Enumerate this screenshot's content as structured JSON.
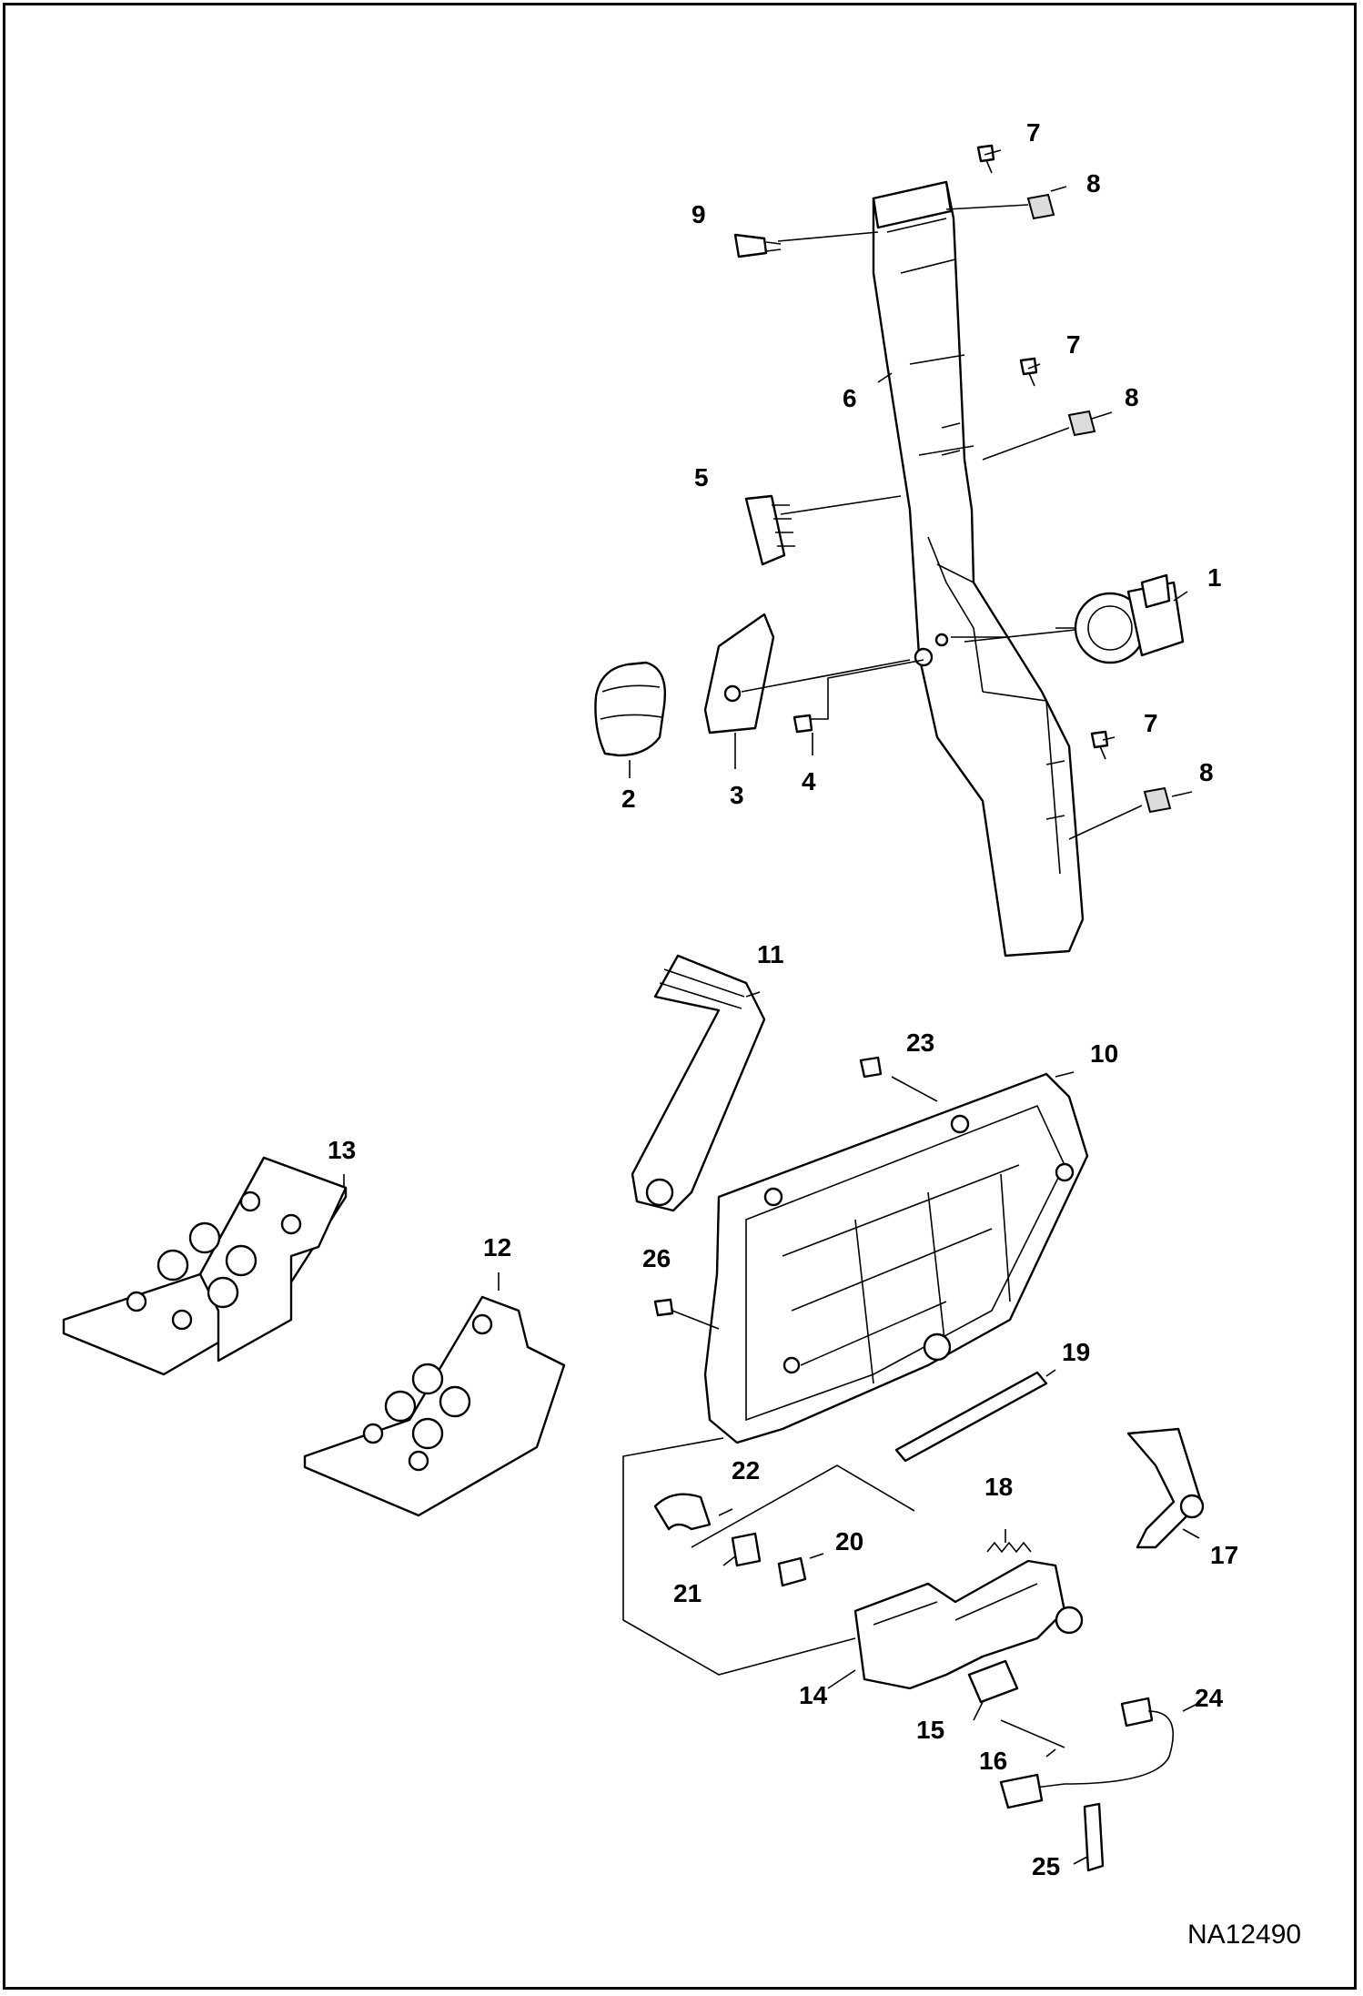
{
  "diagram": {
    "reference_code": "NA12490",
    "callouts": [
      "1",
      "2",
      "3",
      "4",
      "5",
      "6",
      "7",
      "8",
      "9",
      "10",
      "11",
      "12",
      "13",
      "14",
      "15",
      "16",
      "17",
      "18",
      "19",
      "20",
      "21",
      "22",
      "23",
      "24",
      "25",
      "26"
    ]
  },
  "colors": {
    "line": "#000000",
    "background": "#ffffff"
  }
}
